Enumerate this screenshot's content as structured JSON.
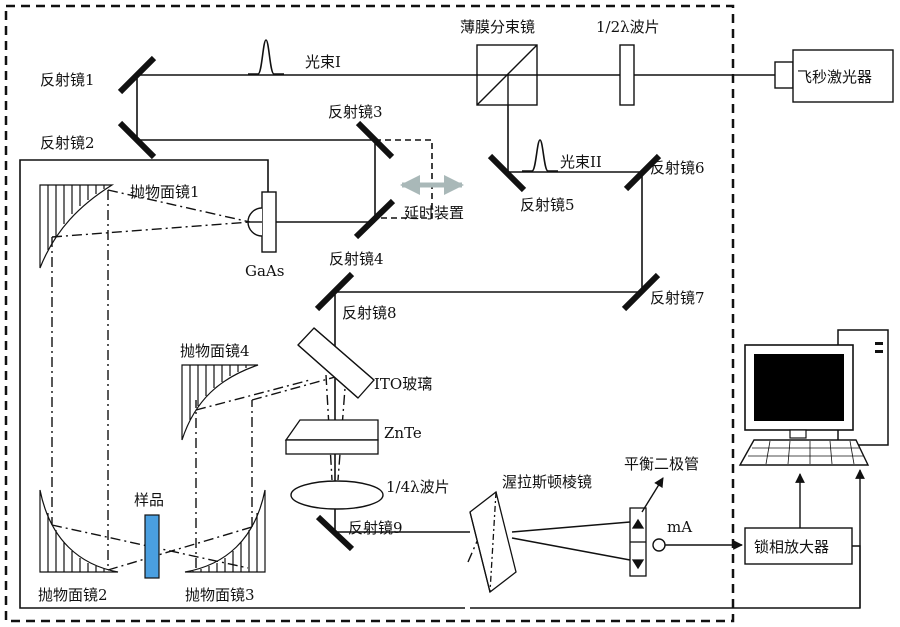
{
  "labels": {
    "mirror1": "反射镜1",
    "mirror2": "反射镜2",
    "mirror3": "反射镜3",
    "mirror4": "反射镜4",
    "mirror5": "反射镜5",
    "mirror6": "反射镜6",
    "mirror7": "反射镜7",
    "mirror8": "反射镜8",
    "mirror9": "反射镜9",
    "beam1": "光束I",
    "beam2": "光束II",
    "beam_splitter": "薄膜分束镜",
    "half_wave": "1/2λ波片",
    "laser": "飞秒激光器",
    "delay": "延时装置",
    "paraboloid1": "抛物面镜1",
    "paraboloid2": "抛物面镜2",
    "paraboloid3": "抛物面镜3",
    "paraboloid4": "抛物面镜4",
    "gaas": "GaAs",
    "sample": "样品",
    "ito": "ITO玻璃",
    "znte": "ZnTe",
    "quarter_wave": "1/4λ波片",
    "wollaston": "渥拉斯顿棱镜",
    "balanced_diode": "平衡二极管",
    "ammeter": "mA",
    "lockin": "锁相放大器"
  },
  "colors": {
    "line": "#111111",
    "sample": "#4a9fe0",
    "delay_arrow": "#a9b8b8"
  },
  "icons": {
    "computer": "computer-monitor-icon",
    "laser": "laser-box-icon"
  }
}
